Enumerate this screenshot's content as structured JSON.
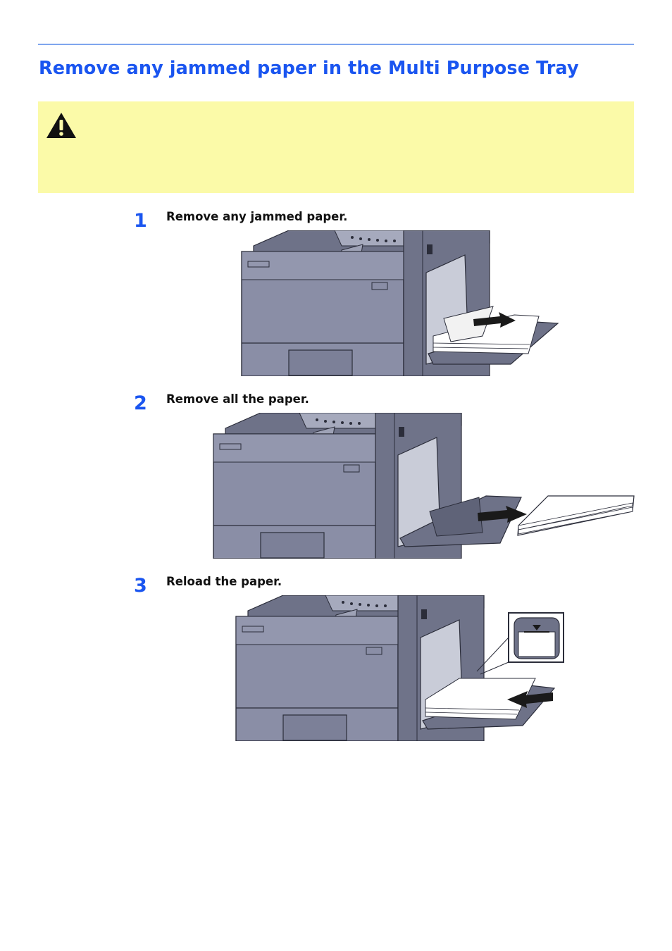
{
  "page": {
    "title": "Remove any jammed paper in the Multi Purpose Tray"
  },
  "caution": {
    "icon": "warning-triangle-icon",
    "color": "#fbfaa8"
  },
  "steps": [
    {
      "number": "1",
      "text": "Remove any jammed paper.",
      "illustration": "printer-mp-tray-jammed-paper"
    },
    {
      "number": "2",
      "text": "Remove all the paper.",
      "illustration": "printer-mp-tray-remove-all-paper"
    },
    {
      "number": "3",
      "text": "Reload the paper.",
      "illustration": "printer-mp-tray-reload-paper"
    }
  ],
  "colors": {
    "heading": "#1a55f0",
    "rule": "#7fa6ee",
    "printer_body": "#8a8ea6"
  }
}
